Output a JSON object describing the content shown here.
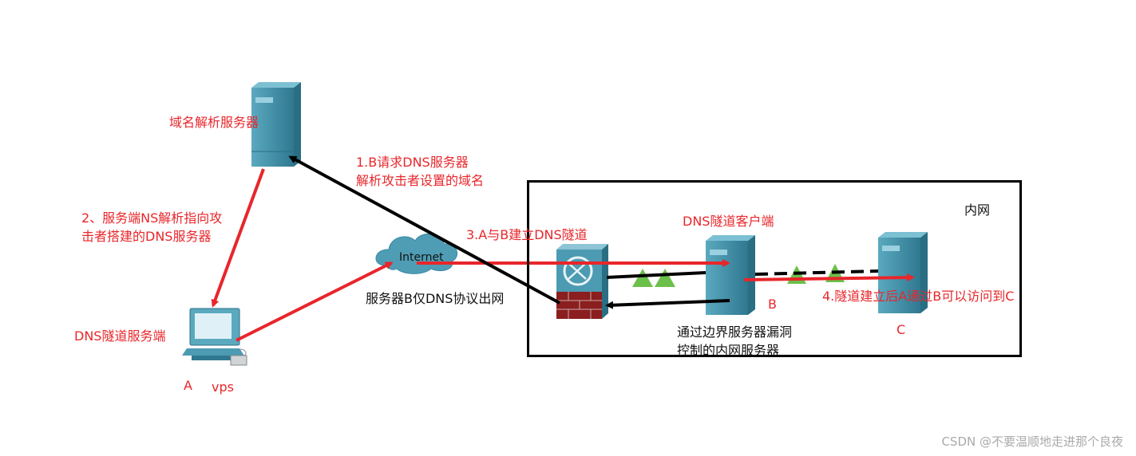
{
  "nodes": {
    "dns_resolver": {
      "label": "域名解析服务器"
    },
    "tunnel_server": {
      "label": "DNS隧道服务端",
      "name": "A",
      "tag": "vps"
    },
    "internet": {
      "label": "Internet"
    },
    "tunnel_client": {
      "label": "DNS隧道客户端",
      "name": "B"
    },
    "internal_host": {
      "name": "C"
    }
  },
  "zone": {
    "label": "内网"
  },
  "steps": {
    "step1_line1": "1.B请求DNS服务器",
    "step1_line2": "解析攻击者设置的域名",
    "step2_line1": "2、服务端NS解析指向攻",
    "step2_line2": "击者搭建的DNS服务器",
    "step3": "3.A与B建立DNS隧道",
    "step4": "4.隧道建立后A通过B可以访问到C"
  },
  "notes": {
    "firewall_note": "服务器B仅DNS协议出网",
    "b_note_line1": "通过边界服务器漏洞",
    "b_note_line2": "控制的内网服务器"
  },
  "watermark": "CSDN @不要温顺地走进那个良夜",
  "colors": {
    "accent_red": "#e8262b",
    "server_blue": "#3f8fa6",
    "triangle_green": "#6cc04a"
  }
}
